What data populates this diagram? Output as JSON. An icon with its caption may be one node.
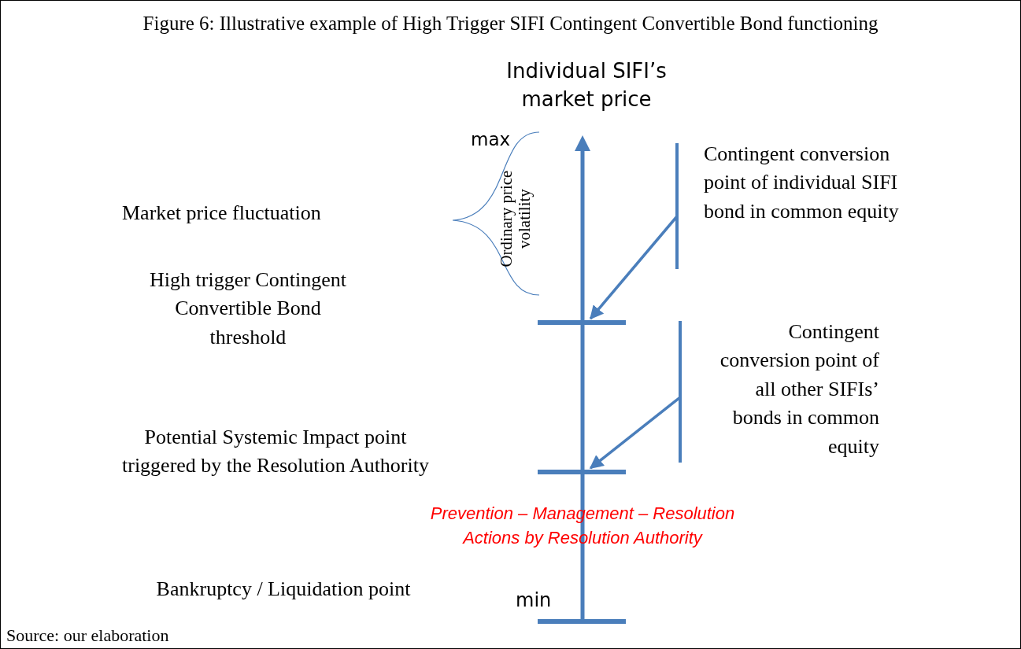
{
  "diagram": {
    "title": "Figure 6: Illustrative example of High Trigger SIFI Contingent Convertible Bond functioning",
    "caption": "Source: our elaboration",
    "nodes": [
      {
        "text": [
          "Contingent conversion point of individual SIFI bond in common equity"
        ]
      },
      {
        "text": [],
        "shape": "bar"
      },
      {
        "text": [
          "Contingent conversion point of all other SIFIs’ bonds in common equity"
        ]
      },
      {
        "text": [],
        "shape": "bar"
      }
    ],
    "edges": [
      {
        "from": 0,
        "to": 1,
        "arrow": "to"
      },
      {
        "from": 2,
        "to": 3,
        "arrow": "to"
      }
    ],
    "labels": [
      "Individual SIFI’s market price",
      "max",
      "Ordinary price volatility",
      "Market price fluctuation",
      "High trigger Contingent Convertible Bond threshold",
      "Potential Systemic Impact point triggered by the Resolution Authority",
      "Prevention – Management – Resolution  Actions by Resolution Authority",
      "Bankruptcy / Liquidation point",
      "min"
    ]
  }
}
